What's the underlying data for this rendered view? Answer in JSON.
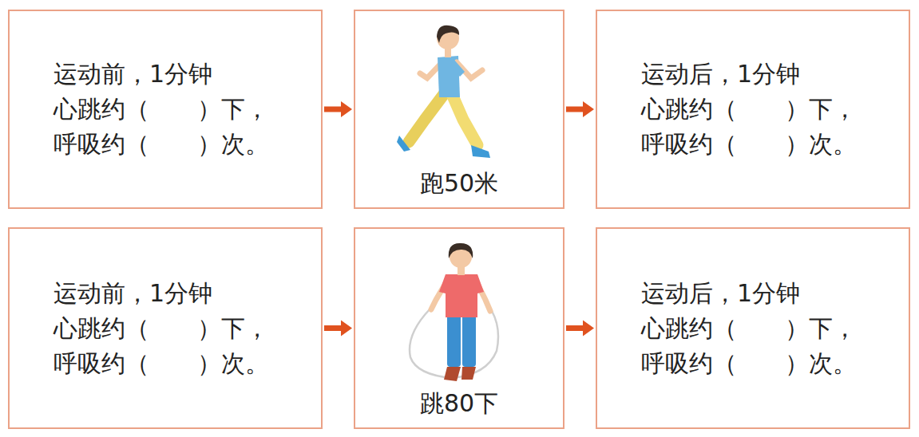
{
  "diagram": {
    "nodes": [
      {
        "text": [
          "运动前，1分钟 心跳约（　　）下， 呼吸约（　　）次。"
        ]
      },
      {
        "text": [
          "跑50米"
        ]
      },
      {
        "text": [
          "运动后，1分钟 心跳约（　　）下， 呼吸约（　　）次。"
        ]
      },
      {
        "text": [
          "运动前，1分钟 心跳约（　　）下， 呼吸约（　　）次。"
        ]
      },
      {
        "text": [
          "跳80下"
        ]
      },
      {
        "text": [
          "运动后，1分钟 心跳约（　　）下， 呼吸约（　　）次。"
        ]
      }
    ],
    "edges": [
      {
        "from": 0,
        "to": 1,
        "arrow": "to"
      },
      {
        "from": 1,
        "to": 2,
        "arrow": "to"
      },
      {
        "from": 3,
        "to": 4,
        "arrow": "to"
      },
      {
        "from": 4,
        "to": 5,
        "arrow": "to"
      }
    ]
  }
}
